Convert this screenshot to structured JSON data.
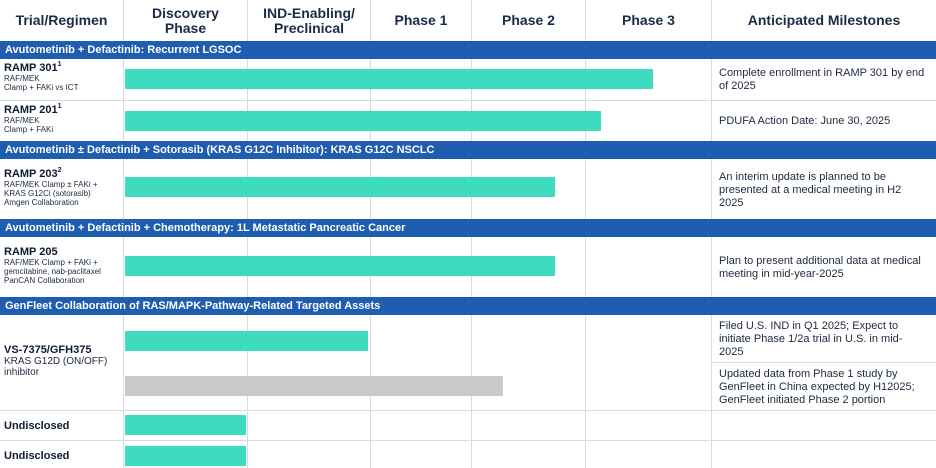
{
  "colors": {
    "band": "#1f5db0",
    "bar_active": "#3ddcbf",
    "bar_other": "#c8c9ca",
    "grid": "#d6dbe2"
  },
  "header": {
    "trial": "Trial/Regimen",
    "discovery": "Discovery Phase",
    "ind": "IND-Enabling/ Preclinical",
    "phase1": "Phase 1",
    "phase2": "Phase 2",
    "phase3": "Phase 3",
    "milestones": "Anticipated Milestones"
  },
  "bands": [
    "Avutometinib + Defactinib: Recurrent LGSOC",
    "Avutometinib ± Defactinib + Sotorasib (KRAS G12C Inhibitor): KRAS G12C NSCLC",
    "Avutometinib + Defactinib + Chemotherapy: 1L Metastatic Pancreatic Cancer",
    "GenFleet Collaboration of RAS/MAPK-Pathway-Related Targeted Assets"
  ],
  "trials": {
    "ramp301": {
      "name": "RAMP 301",
      "sup": "1",
      "desc": [
        "RAF/MEK",
        "Clamp + FAKi vs ICT"
      ]
    },
    "ramp201": {
      "name": "RAMP 201",
      "sup": "1",
      "desc": [
        "RAF/MEK",
        "Clamp + FAKi"
      ]
    },
    "ramp203": {
      "name": "RAMP 203",
      "sup": "2",
      "desc": [
        "RAF/MEK Clamp ± FAKi +",
        "KRAS G12Ci (sotorasib)",
        "Amgen Collaboration"
      ]
    },
    "ramp205": {
      "name": "RAMP 205",
      "desc": [
        "RAF/MEK Clamp + FAKi +",
        "gemcitabine, nab-paclitaxel",
        "PanCAN Collaboration"
      ]
    },
    "vs7375": {
      "name": "VS-7375/GFH375",
      "desc": [
        "KRAS G12D (ON/OFF)",
        "inhibitor"
      ]
    },
    "undisclosed1": {
      "name": "Undisclosed"
    },
    "undisclosed2": {
      "name": "Undisclosed"
    }
  },
  "milestones": {
    "ramp301": "Complete enrollment in RAMP 301 by end of 2025",
    "ramp201": "PDUFA Action Date: June 30, 2025",
    "ramp203": "An interim update is planned to be presented at a medical meeting in H2 2025",
    "ramp205": "Plan to present additional data at medical meeting in mid-year-2025",
    "vs7375_a": "Filed U.S. IND in Q1 2025; Expect to initiate Phase 1/2a trial in U.S. in mid-2025",
    "vs7375_b": "Updated data from Phase 1 study by GenFleet in China expected by H12025; GenFleet initiated Phase 2 portion"
  }
}
